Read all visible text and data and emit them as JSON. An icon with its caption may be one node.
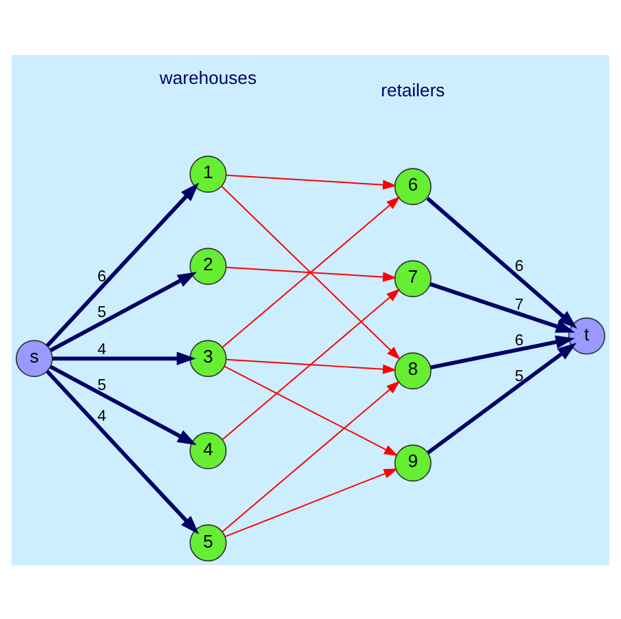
{
  "diagram": {
    "nodes": [
      {
        "text": [
          "s"
        ]
      },
      {
        "text": [
          "1"
        ]
      },
      {
        "text": [
          "2"
        ]
      },
      {
        "text": [
          "3"
        ]
      },
      {
        "text": [
          "4"
        ]
      },
      {
        "text": [
          "5"
        ]
      },
      {
        "text": [
          "6"
        ]
      },
      {
        "text": [
          "7"
        ]
      },
      {
        "text": [
          "8"
        ]
      },
      {
        "text": [
          "9"
        ]
      },
      {
        "text": [
          "t"
        ]
      }
    ],
    "edges": [
      {
        "from": 0,
        "to": 1,
        "arrow": "to",
        "label": "6",
        "style": "thick",
        "color": "#000066"
      },
      {
        "from": 0,
        "to": 2,
        "arrow": "to",
        "label": "5",
        "style": "thick",
        "color": "#000066"
      },
      {
        "from": 0,
        "to": 3,
        "arrow": "to",
        "label": "4",
        "style": "thick",
        "color": "#000066"
      },
      {
        "from": 0,
        "to": 4,
        "arrow": "to",
        "label": "5",
        "style": "thick",
        "color": "#000066"
      },
      {
        "from": 0,
        "to": 5,
        "arrow": "to",
        "label": "4",
        "style": "thick",
        "color": "#000066"
      },
      {
        "from": 1,
        "to": 6,
        "arrow": "to",
        "color": "#ff0000"
      },
      {
        "from": 1,
        "to": 8,
        "arrow": "to",
        "color": "#ff0000"
      },
      {
        "from": 2,
        "to": 7,
        "arrow": "to",
        "color": "#ff0000"
      },
      {
        "from": 3,
        "to": 6,
        "arrow": "to",
        "color": "#ff0000"
      },
      {
        "from": 3,
        "to": 8,
        "arrow": "to",
        "color": "#ff0000"
      },
      {
        "from": 3,
        "to": 9,
        "arrow": "to",
        "color": "#ff0000"
      },
      {
        "from": 4,
        "to": 7,
        "arrow": "to",
        "color": "#ff0000"
      },
      {
        "from": 5,
        "to": 8,
        "arrow": "to",
        "color": "#ff0000"
      },
      {
        "from": 5,
        "to": 9,
        "arrow": "to",
        "color": "#ff0000"
      },
      {
        "from": 6,
        "to": 10,
        "arrow": "to",
        "label": "6",
        "style": "thick",
        "color": "#000066"
      },
      {
        "from": 7,
        "to": 10,
        "arrow": "to",
        "label": "7",
        "style": "thick",
        "color": "#000066"
      },
      {
        "from": 8,
        "to": 10,
        "arrow": "to",
        "label": "6",
        "style": "thick",
        "color": "#000066"
      },
      {
        "from": 9,
        "to": 10,
        "arrow": "to",
        "label": "5",
        "style": "thick",
        "color": "#000066"
      }
    ],
    "labels": [
      "warehouses",
      "retailers"
    ]
  }
}
